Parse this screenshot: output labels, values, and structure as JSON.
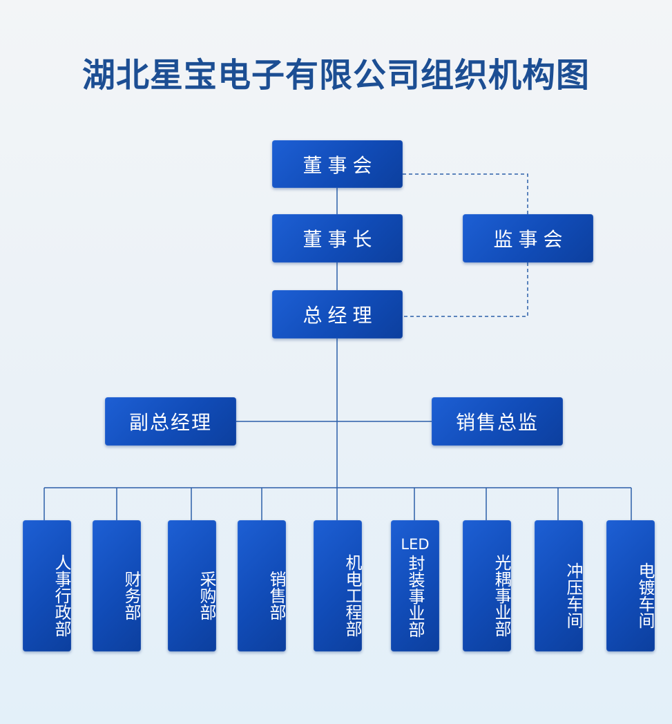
{
  "title": "湖北星宝电子有限公司组织机构图",
  "colors": {
    "title": "#1c4e93",
    "box_fill": "#114cb8",
    "line": "#2a5ea8"
  },
  "top": {
    "board": "董事会",
    "chairman": "董事长",
    "supervisors": "监事会",
    "gm": "总经理"
  },
  "middle": {
    "deputy_gm": "副总经理",
    "sales_director": "销售总监"
  },
  "departments": [
    {
      "label": "人事行政部"
    },
    {
      "label": "财务部"
    },
    {
      "label": "采购部"
    },
    {
      "label": "销售部"
    },
    {
      "label": "机电工程部"
    },
    {
      "label_top": "LED",
      "label_rest": "封装事业部"
    },
    {
      "label": "光耦事业部"
    },
    {
      "label": "冲压车间"
    },
    {
      "label": "电镀车间"
    }
  ]
}
